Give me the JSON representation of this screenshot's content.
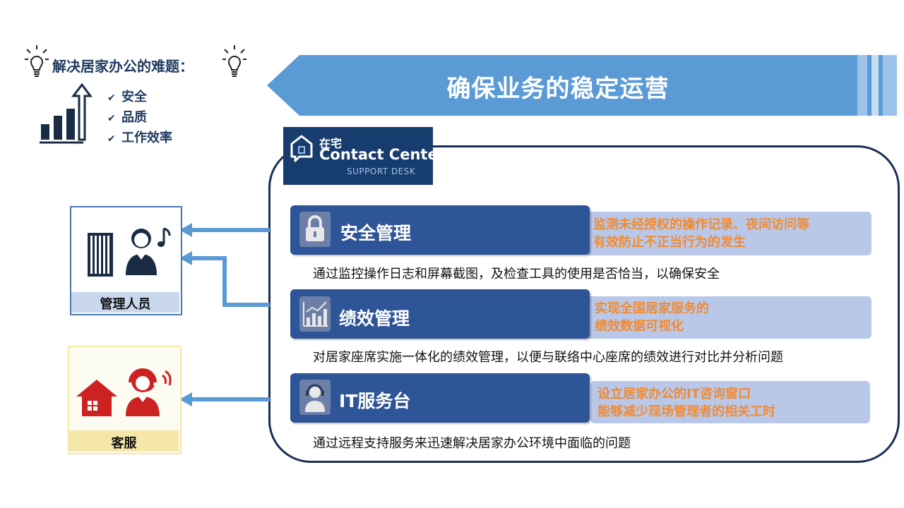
{
  "header": {
    "problem_title": "解决居家办公的难题：",
    "benefits": [
      "安全",
      "品质",
      "工作效率"
    ],
    "banner_title": "确保业务的稳定运营"
  },
  "logo": {
    "line1": "在宅",
    "line2": "Contact Center",
    "line3": "SUPPORT DESK"
  },
  "services": [
    {
      "title": "安全管理",
      "icon": "padlock-icon",
      "note": [
        "监测未经授权的操作记录、夜间访问等",
        "有效防止不正当行为的发生"
      ],
      "description": "通过监控操作日志和屏幕截图，及检查工具的使用是否恰当，以确保安全"
    },
    {
      "title": "绩效管理",
      "icon": "chart-icon",
      "note": [
        "实现全国居家服务的",
        "绩效数据可视化"
      ],
      "description": "对居家座席实施一体化的绩效管理，以便与联络中心座席的绩效进行对比并分析问题"
    },
    {
      "title": "IT服务台",
      "icon": "support-agent-icon",
      "note": [
        "设立居家办公的IT咨询窗口",
        "能够减少现场管理者的相关工时"
      ],
      "description": "通过远程支持服务来迅速解决居家办公环境中面临的问题"
    }
  ],
  "roles": {
    "manager_label": "管理人员",
    "agent_label": "客服"
  },
  "colors": {
    "banner": "#5b9bd5",
    "service_bar": "#2e5597",
    "note_box": "#b9c8e8",
    "note_text": "#f28a30",
    "agent_red": "#cc2222"
  }
}
